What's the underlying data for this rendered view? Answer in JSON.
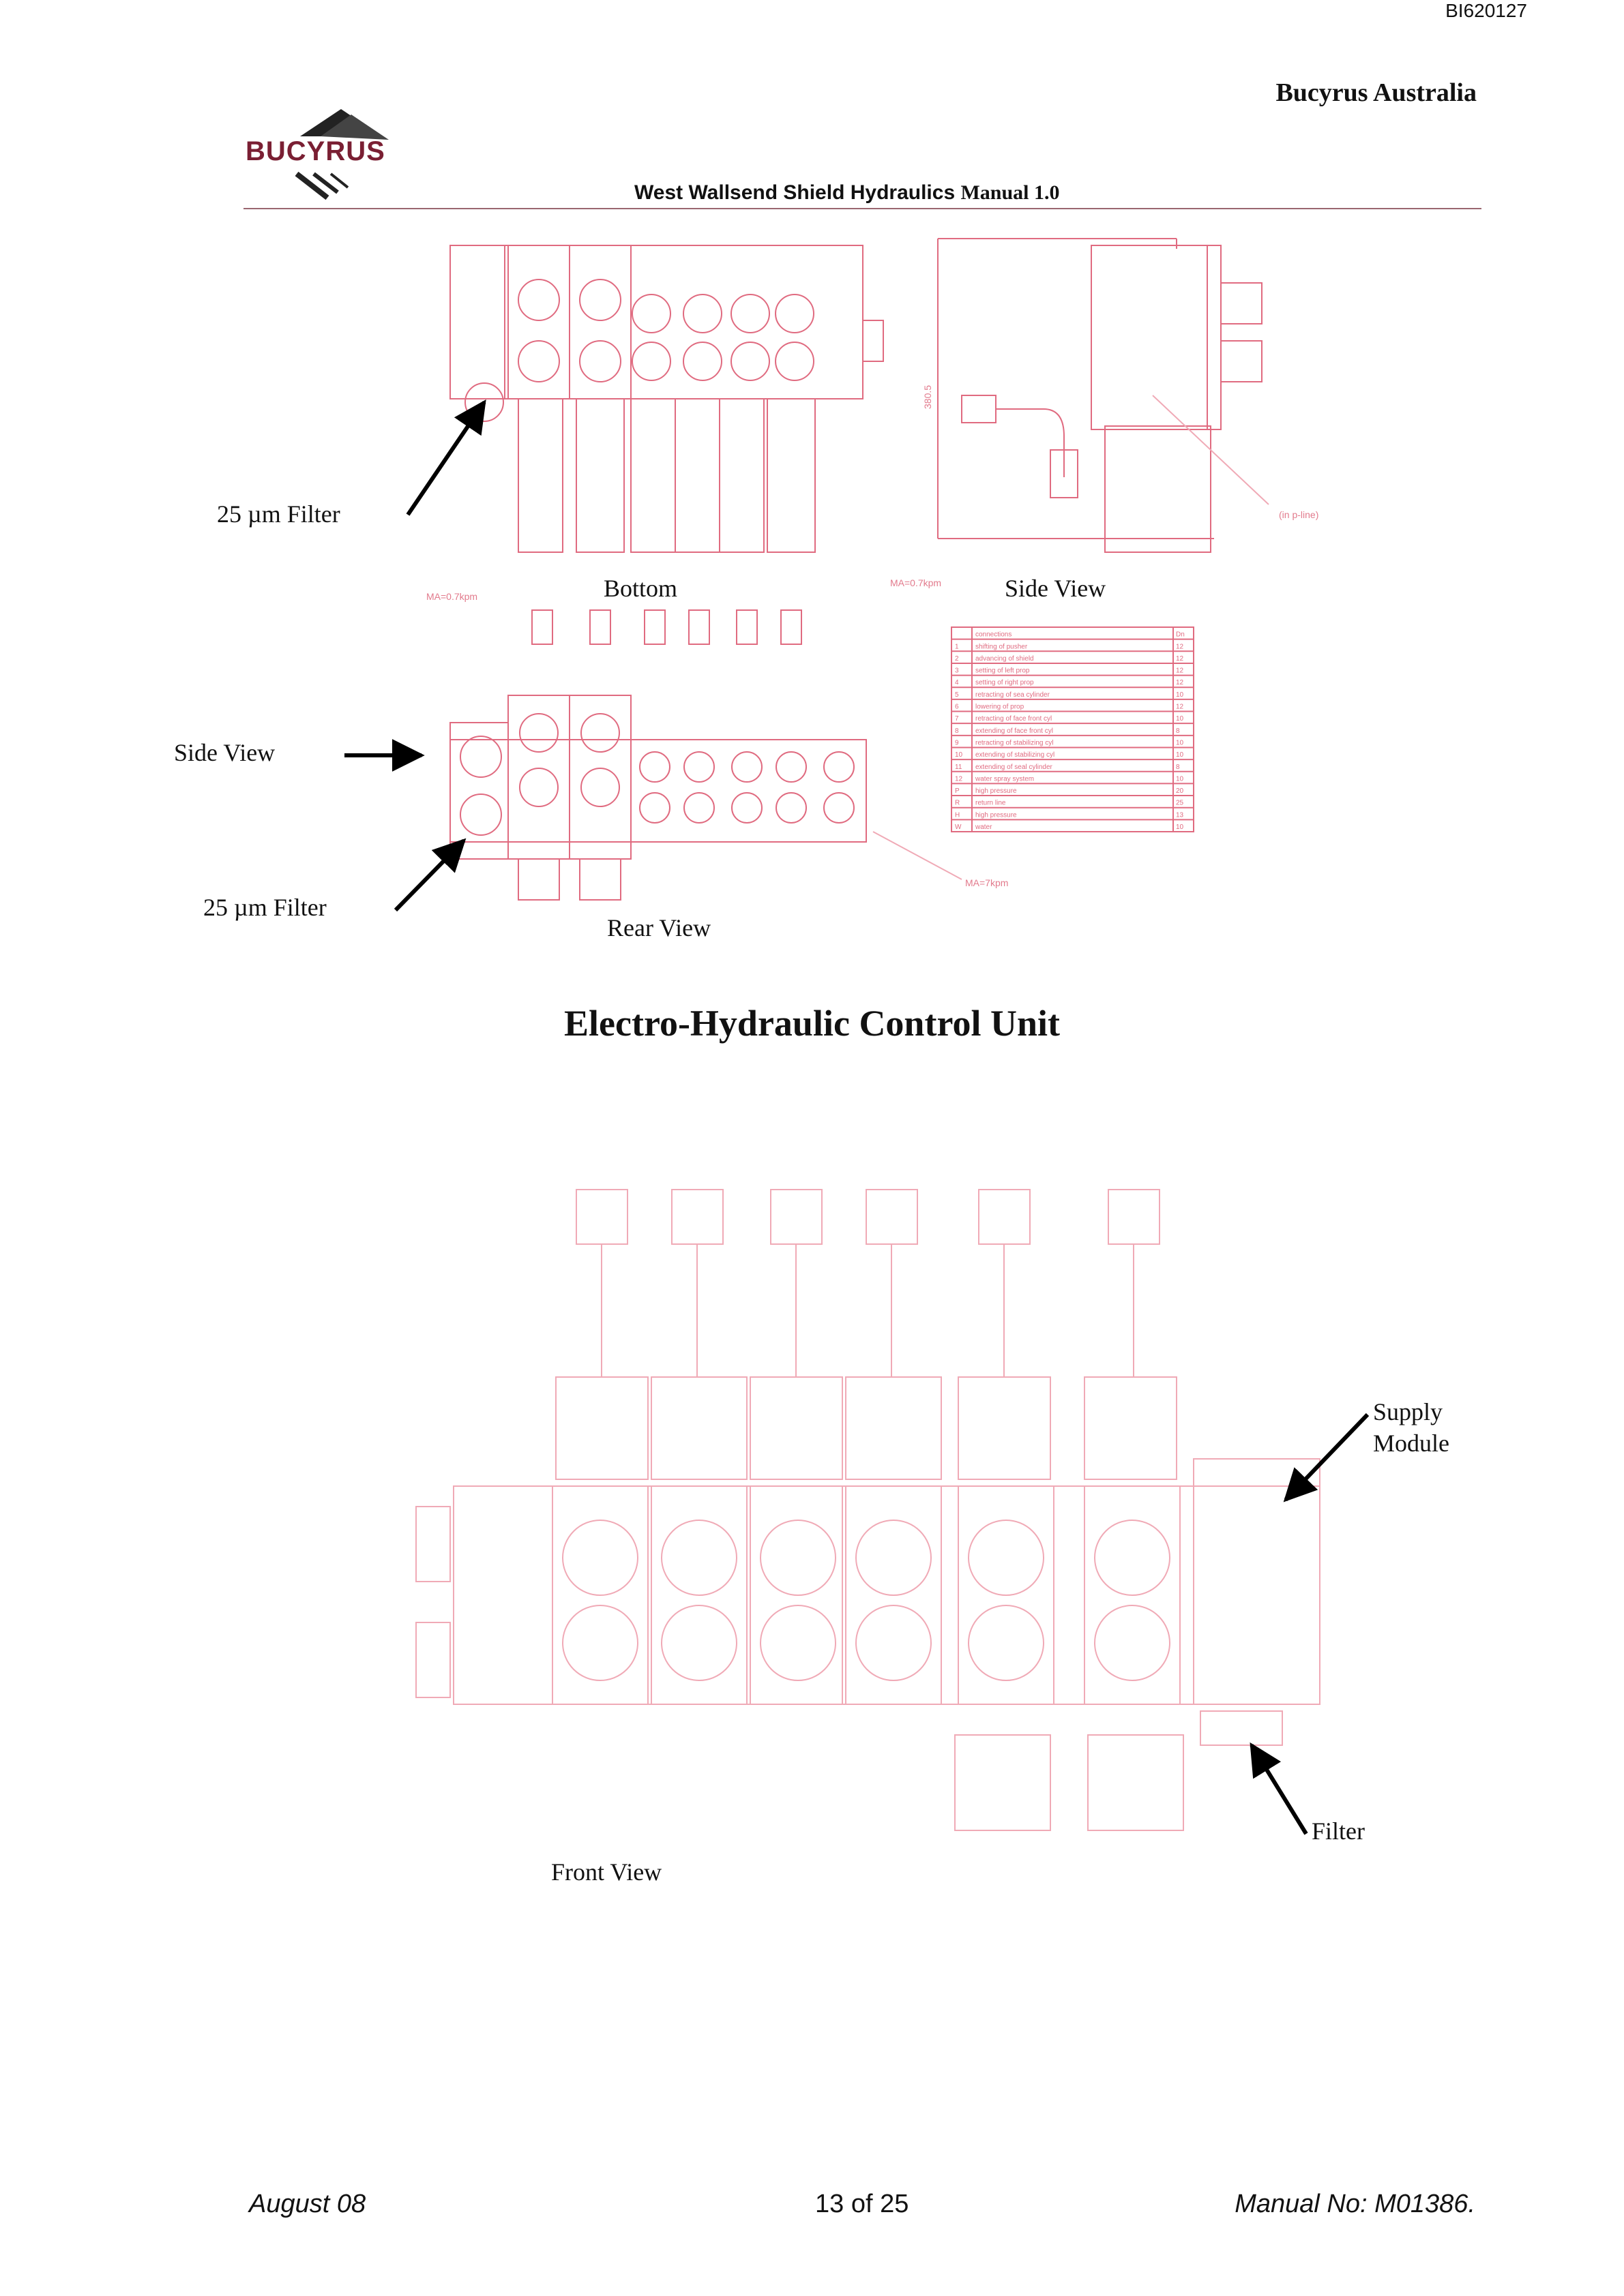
{
  "header": {
    "doc_id": "BI620127",
    "company": "Bucyrus Australia",
    "logo_text": "BUCYRUS",
    "manual_title": "West Wallsend Shield Hydraulics",
    "manual_version": "Manual 1.0"
  },
  "labels": {
    "filter_top": "25 µm Filter",
    "bottom": "Bottom",
    "side_view_right": "Side View",
    "side_view_left": "Side View",
    "filter_bottom": "25 µm Filter",
    "rear_view": "Rear View",
    "supply_module": "Supply Module",
    "filter": "Filter",
    "front_view": "Front View"
  },
  "section_title": "Electro-Hydraulic Control Unit",
  "drawing_annotations": {
    "ma_left": "MA=0.7kpm",
    "ma_mid": "MA=0.7kpm",
    "ma_rear": "MA=7kpm",
    "dim": "380.5",
    "in_p_line": "(in p-line)"
  },
  "connection_table": {
    "rows": [
      [
        "",
        "connections",
        "Dn"
      ],
      [
        "1",
        "shifting of pusher",
        "12"
      ],
      [
        "2",
        "advancing of shield",
        "12"
      ],
      [
        "3",
        "setting of left prop",
        "12"
      ],
      [
        "4",
        "setting of right prop",
        "12"
      ],
      [
        "5",
        "retracting of sea cylinder",
        "10"
      ],
      [
        "6",
        "lowering of prop",
        "12"
      ],
      [
        "7",
        "retracting of face front cyl",
        "10"
      ],
      [
        "8",
        "extending of face front cyl",
        "8"
      ],
      [
        "9",
        "retracting of stabilizing cyl",
        "10"
      ],
      [
        "10",
        "extending of stabilizing cyl",
        "10"
      ],
      [
        "11",
        "extending of seal cylinder",
        "8"
      ],
      [
        "12",
        "water spray system",
        "10"
      ],
      [
        "P",
        "high pressure",
        "20"
      ],
      [
        "R",
        "return line",
        "25"
      ],
      [
        "H",
        "high pressure",
        "13"
      ],
      [
        "W",
        "water",
        "10"
      ]
    ]
  },
  "footer": {
    "date": "August 08",
    "page": "13 of 25",
    "manual_no": "Manual No: M01386."
  },
  "colors": {
    "drawing": "#e06b80",
    "logo": "#7a1f33",
    "rule": "#9a6670"
  }
}
